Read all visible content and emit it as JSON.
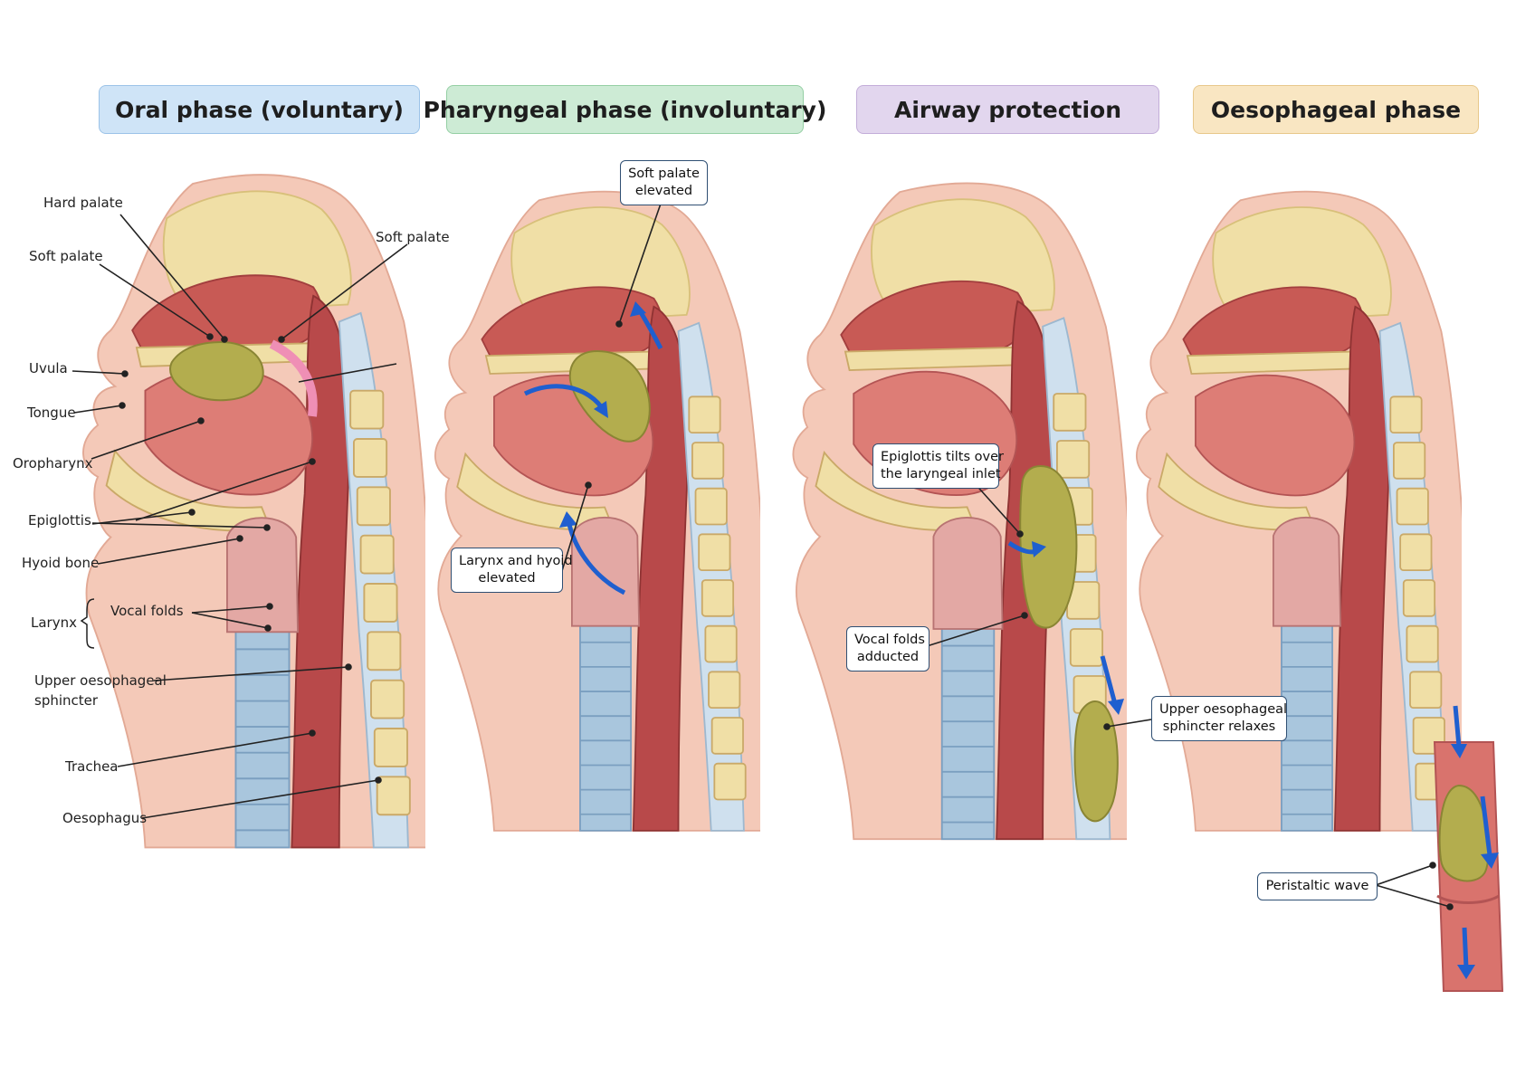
{
  "headers": [
    {
      "text": "Oral phase (voluntary)",
      "bg": "#cfe4f7",
      "border": "#9cc3e8"
    },
    {
      "text": "Pharyngeal phase (involuntary)",
      "bg": "#cdebd5",
      "border": "#95cfa4"
    },
    {
      "text": "Airway protection",
      "bg": "#e2d6ee",
      "border": "#c3add9"
    },
    {
      "text": "Oesophageal phase",
      "bg": "#f9e6c2",
      "border": "#e8c88b"
    }
  ],
  "panel1_labels": {
    "hard_palate": "Hard palate",
    "soft_palate_left": "Soft palate",
    "soft_palate_right": "Soft palate",
    "uvula": "Uvula",
    "tongue": "Tongue",
    "oropharynx": "Oropharynx",
    "epiglottis": "Epiglottis",
    "hyoid_bone": "Hyoid bone",
    "larynx": "Larynx",
    "vocal_folds": "Vocal folds",
    "upper_oes_1": "Upper oesophageal",
    "upper_oes_2": "sphincter",
    "trachea": "Trachea",
    "oesophagus": "Oesophagus"
  },
  "callouts": {
    "soft_palate_elevated": [
      "Soft palate",
      "elevated"
    ],
    "larynx_hyoid": [
      "Larynx and hyoid",
      "elevated"
    ],
    "epiglottis_tilts": [
      "Epiglottis tilts over",
      "the laryngeal inlet"
    ],
    "vocal_folds_adducted": [
      "Vocal folds",
      "adducted"
    ],
    "ues_relaxes": [
      "Upper oesophageal",
      "sphincter relaxes"
    ],
    "peristaltic_wave": [
      "Peristaltic wave"
    ]
  },
  "colors": {
    "skin": "#f4c9b8",
    "muscle": "#d9736d",
    "cavity": "#b8494a",
    "bone": "#f0dfa6",
    "trachea": "#a9c6dd",
    "bolus": "#b3ad4e",
    "arrow": "#1f5fcf",
    "pink": "#ef8fb5"
  }
}
